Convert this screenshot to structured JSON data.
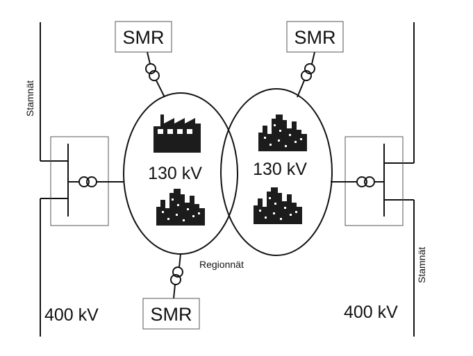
{
  "labels": {
    "smr_top_left": "SMR",
    "smr_top_right": "SMR",
    "smr_bottom": "SMR",
    "stamnat_left": "Stamnät",
    "stamnat_right": "Stamnät",
    "kv400_left": "400 kV",
    "kv400_right": "400 kV",
    "kv130_left": "130 kV",
    "kv130_right": "130 kV",
    "regionnat": "Regionnät"
  },
  "icons": {
    "factory": "factory-icon",
    "city": "city-buildings-icon",
    "transformer": "transformer-icon"
  },
  "colors": {
    "line": "#111111",
    "fill": "#1c1c1c",
    "background": "#ffffff"
  }
}
